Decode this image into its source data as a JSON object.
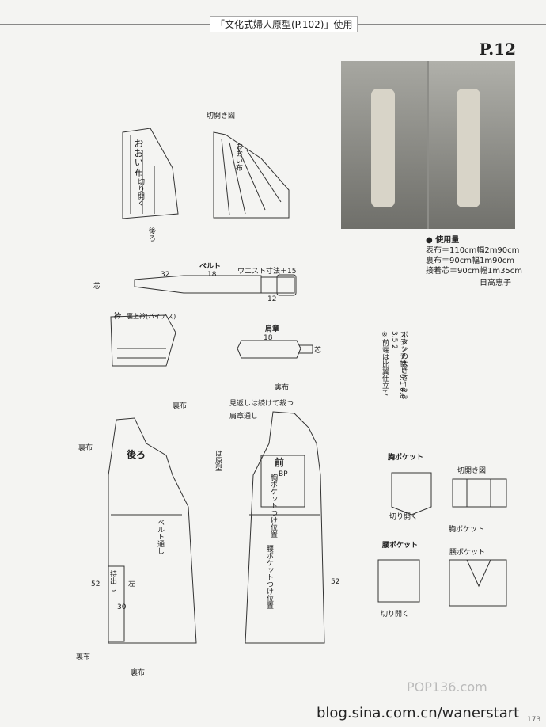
{
  "header": {
    "tag": "「文化式婦人原型(P.102)」使用",
    "page_number": "P.12"
  },
  "materials": {
    "title": "● 使用量",
    "lines": [
      "表布＝110cm幅2m90cm",
      "裏布＝90cm幅1m90cm",
      "接着芯＝90cm幅1m35cm"
    ],
    "author": "日高恵子"
  },
  "button_note": [
    "ボタンの大きさ＝2.3",
    "ステッチ幅＝0.1 0.6 3.5 2",
    "※前端は比翼仕立て"
  ],
  "labels": {
    "kirihiraki": "切開き図",
    "ooinuno": "おおい布",
    "kirihiraku": "切り開く",
    "ushiro": "後ろ",
    "belt": "ベルト",
    "waist": "ウエスト寸法＋15",
    "eri": "衿",
    "eri_sub": "裏上衿(バイアス)",
    "kensho": "肩章",
    "mune_pocket": "胸ポケット",
    "kirihiraki2": "切開き図",
    "mune_pocket2": "胸ポケット",
    "kirihiraku2": "切り開く",
    "koshi_pocket": "腰ポケット",
    "koshi_pocket2": "腰ポケット",
    "kirihiraku3": "切り開く",
    "back": "後ろ",
    "front": "前",
    "urafu": "裏布",
    "urafu2": "裏布",
    "urafu3": "裏布",
    "urafu4": "裏布",
    "urafu5": "裏布",
    "mikaeshi": "見返しは続けて裁つ",
    "kenshodoshi": "肩章通し",
    "bp": "BP",
    "mune_pocket_tsuke": "胸ポケットつけ位置",
    "koshi_pocket_tsuke": "腰ポケットつけ位置",
    "belt_doshi": "ベルト通し",
    "mochidashi": "持出し",
    "hidari": "左",
    "genkei": "は原型",
    "shin": "芯",
    "shin2": "芯",
    "num_52": "52",
    "num_52b": "52",
    "num_32": "32",
    "num_18": "18",
    "num_18b": "18",
    "num_12": "12",
    "num_30": "30"
  },
  "watermark": {
    "site": "blog.sina.com.cn/wanerstart",
    "pop": "POP136.com",
    "page_end": "173"
  }
}
